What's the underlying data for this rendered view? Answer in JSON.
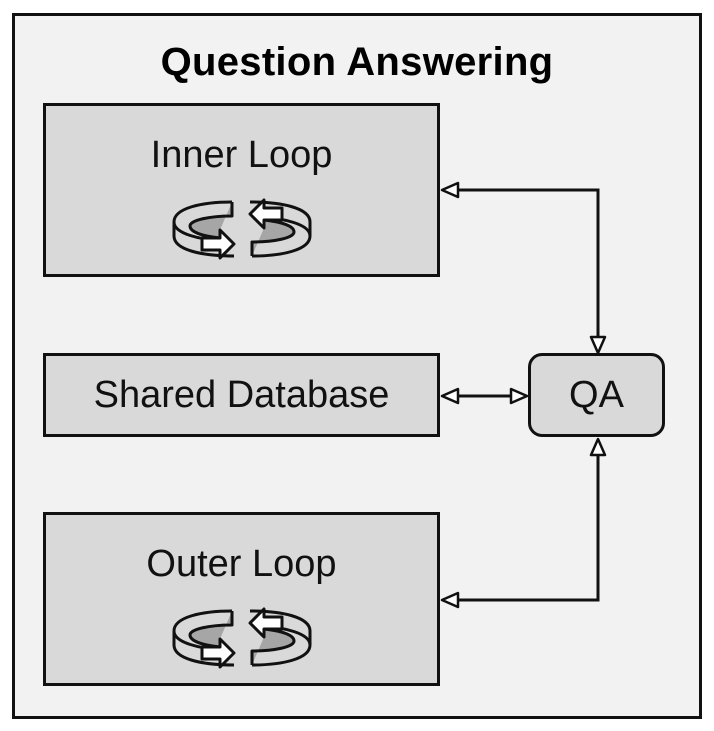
{
  "diagram": {
    "title": "Question Answering",
    "inner_loop": {
      "label": "Inner Loop",
      "icon": "cycle-arrows-icon"
    },
    "shared_database": {
      "label": "Shared Database"
    },
    "qa": {
      "label": "QA"
    },
    "outer_loop": {
      "label": "Outer Loop",
      "icon": "cycle-arrows-icon"
    },
    "connections": [
      {
        "from": "QA",
        "to": "Inner Loop",
        "direction": "bidirectional"
      },
      {
        "from": "QA",
        "to": "Shared Database",
        "direction": "bidirectional"
      },
      {
        "from": "QA",
        "to": "Outer Loop",
        "direction": "bidirectional"
      }
    ]
  },
  "colors": {
    "frame_fill": "#f2f2f2",
    "box_fill": "#d9d9d9",
    "stroke": "#111111",
    "arrow_band": "#a6a6a6"
  }
}
